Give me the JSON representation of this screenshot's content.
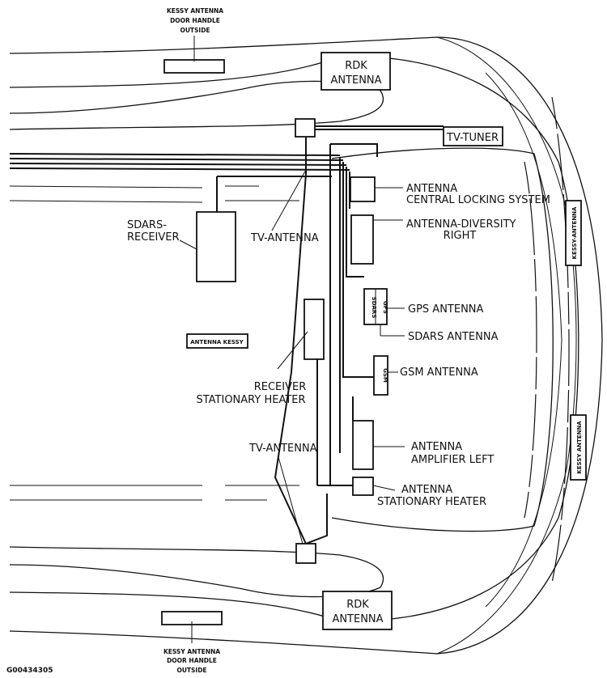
{
  "colors": {
    "line": "#111111",
    "background": "#ffffff"
  },
  "labels": {
    "kessy_top": [
      "KESSY ANTENNA",
      "DOOR HANDLE",
      "OUTSIDE"
    ],
    "kessy_bottom": [
      "KESSY ANTENNA",
      "DOOR HANDLE",
      "OUTSIDE"
    ],
    "rdk_top": [
      "RDK",
      "ANTENNA"
    ],
    "rdk_bottom": [
      "RDK",
      "ANTENNA"
    ],
    "tv_tuner": "TV-TUNER",
    "central_locking": [
      "ANTENNA",
      "CENTRAL LOCKING SYSTEM"
    ],
    "diversity_right": [
      "ANTENNA-DIVERSITY",
      "RIGHT"
    ],
    "sdars_receiver": [
      "SDARS-",
      "RECEIVER"
    ],
    "tv_antenna_top": "TV-ANTENNA",
    "tv_antenna_bottom": "TV-ANTENNA",
    "kessy_right_top": "KESSY-ANTENNA",
    "kessy_right_bottom": "KESSY ANTENNA",
    "gps_short": "GPS",
    "sdars_short": "SDARS",
    "gps_antenna": "GPS ANTENNA",
    "sdars_antenna": "SDARS ANTENNA",
    "antenna_kessy": "ANTENNA KESSY",
    "gsm_short": "GSM",
    "gsm_antenna": "GSM ANTENNA",
    "receiver_heater": [
      "RECEIVER",
      "STATIONARY HEATER"
    ],
    "amplifier_left": [
      "ANTENNA",
      "AMPLIFIER  LEFT"
    ],
    "stationary_heater": [
      "ANTENNA",
      "STATIONARY HEATER"
    ],
    "figure_code": "G00434305"
  }
}
